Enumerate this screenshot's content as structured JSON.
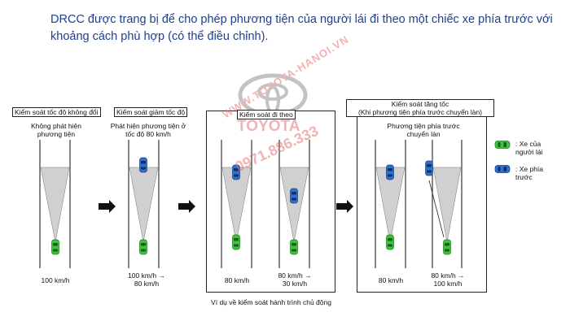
{
  "intro": "DRCC được trang bị để cho phép phương tiện của người lái đi theo một chiếc xe phía trước với khoảng cách phù hợp (có thể điều chỉnh).",
  "panels": {
    "p1": {
      "title": "Kiểm soát tốc độ không đổi",
      "caption": "Không phát hiện\nphương tiện",
      "speed": "100 km/h"
    },
    "p2": {
      "title": "Kiểm soát giảm tốc độ",
      "caption": "Phát hiện phương tiện ở\ntốc độ 80 km/h",
      "speed": "100 km/h →\n80 km/h"
    },
    "p3": {
      "title": "Kiểm soát đi theo",
      "speed_a": "80 km/h",
      "speed_b": "80 km/h →\n30 km/h"
    },
    "p4": {
      "title": "Kiểm soát tăng tốc\n(Khi phương tiện phía trước chuyển làn)",
      "caption": "Phương tiện phía trước\nchuyển làn",
      "speed_a": "80 km/h",
      "speed_b": "80 km/h →\n100 km/h"
    }
  },
  "bottom_caption": "Ví dụ về kiểm soát hành trình chủ động",
  "legend": {
    "own_car": ": Xe của\nngười lái",
    "front_car": ": Xe phía\ntrước"
  },
  "watermark": {
    "top_text": "WWW.TOYOTA-HANOI.VN",
    "brand": "TOYOTA",
    "phone": "0971.886.333"
  },
  "colors": {
    "intro_text": "#1f3f8f",
    "own_car": "#3cc43c",
    "front_car": "#2f6fd1",
    "sensor_cone": "#d0d0d0",
    "watermark": "#e06a6a"
  }
}
